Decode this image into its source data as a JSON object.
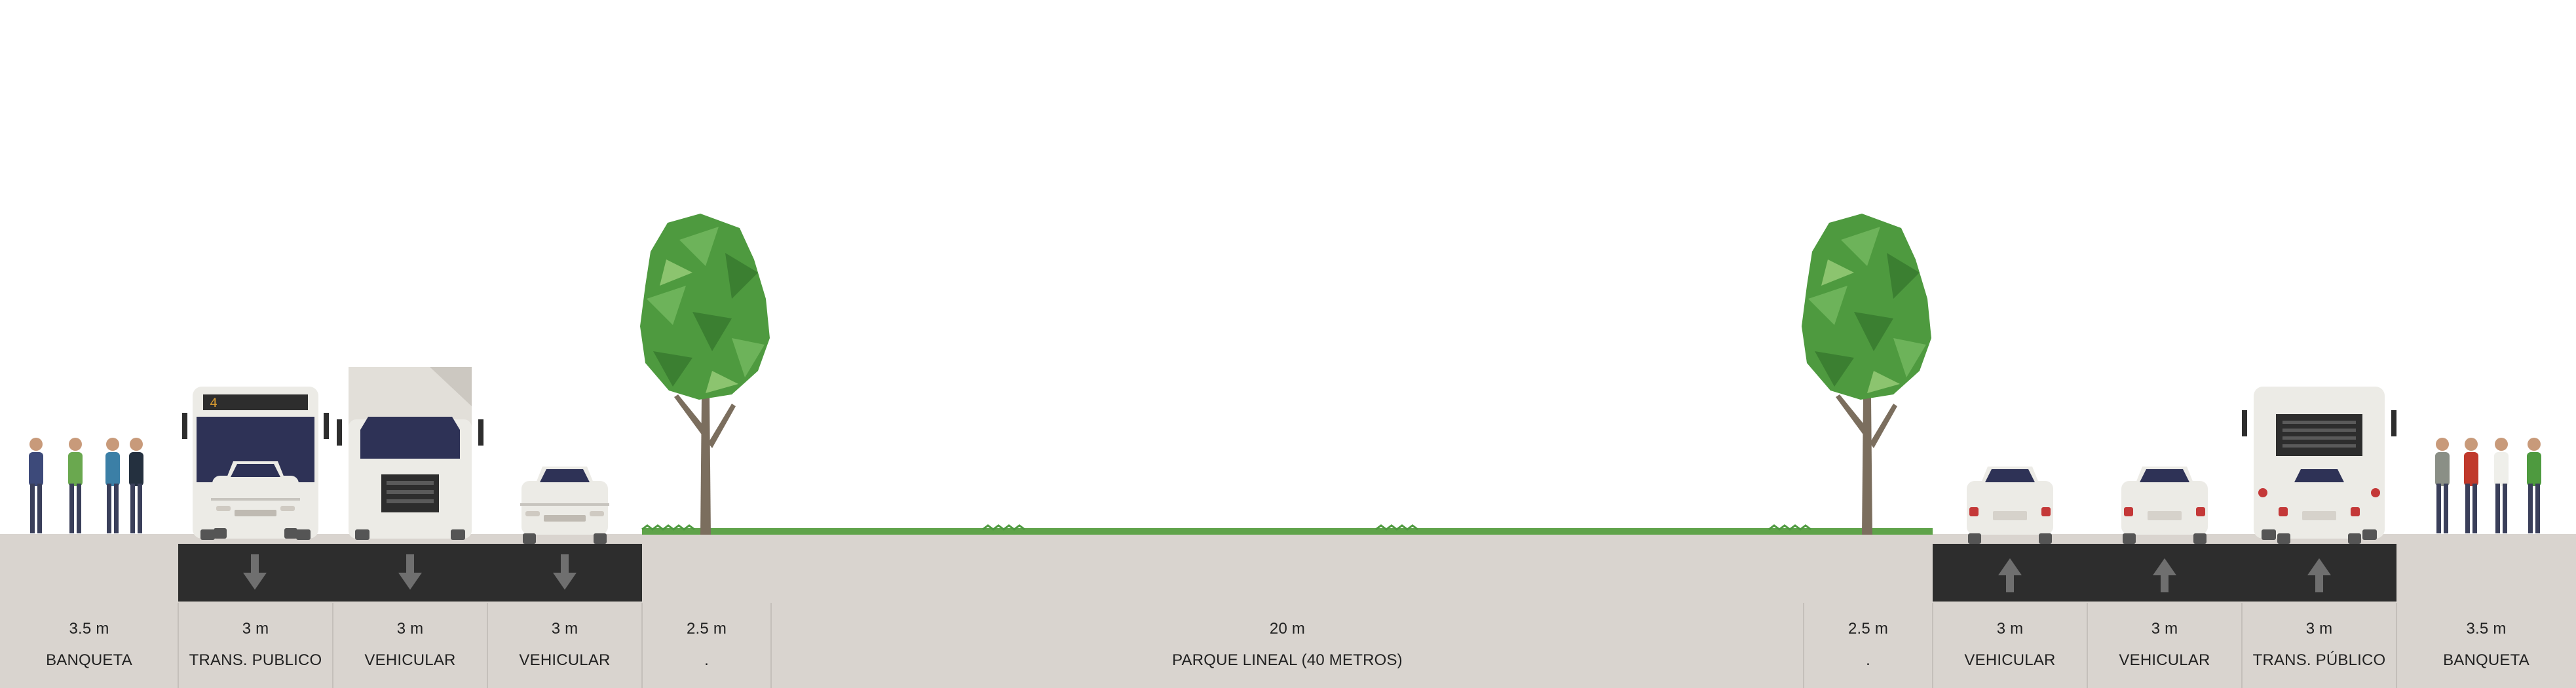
{
  "segments": [
    {
      "width": "3.5 m",
      "name": "BANQUETA"
    },
    {
      "width": "3 m",
      "name": "TRANS. PUBLICO"
    },
    {
      "width": "3 m",
      "name": "VEHICULAR"
    },
    {
      "width": "3 m",
      "name": "VEHICULAR"
    },
    {
      "width": "2.5 m",
      "name": "."
    },
    {
      "width": "20 m",
      "name": "PARQUE LINEAL (40 METROS)"
    },
    {
      "width": "2.5 m",
      "name": "."
    },
    {
      "width": "3 m",
      "name": "VEHICULAR"
    },
    {
      "width": "3 m",
      "name": "VEHICULAR"
    },
    {
      "width": "3 m",
      "name": "TRANS. PÚBLICO"
    },
    {
      "width": "3.5 m",
      "name": "BANQUETA"
    }
  ],
  "bus_route_number": "4",
  "lane_directions": {
    "left_lanes": "down",
    "right_lanes": "up"
  },
  "colors": {
    "ground": "#d9d4cf",
    "asphalt": "#2d2d2d",
    "arrow": "#6f6f6f",
    "foliage": "#4e9a3f",
    "trunk": "#7b6e5e",
    "vehicle_body": "#ece9e3",
    "windshield": "#2e3256"
  },
  "icons": [
    "pedestrian-icon",
    "bus-icon",
    "truck-icon",
    "car-icon",
    "tree-icon",
    "grass-icon",
    "arrow-down-icon",
    "arrow-up-icon"
  ]
}
